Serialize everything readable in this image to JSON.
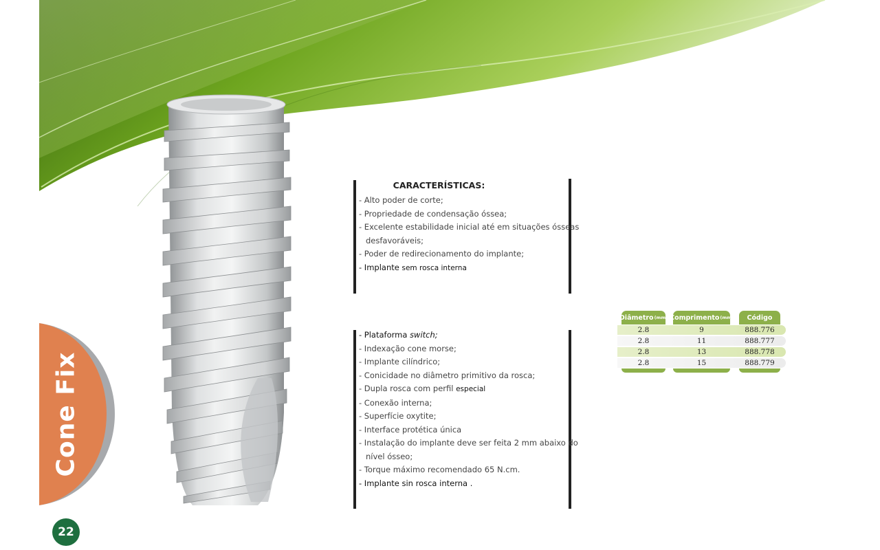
{
  "side_tab": {
    "label": "Cone Fix"
  },
  "characteristics": {
    "title": "CARACTERÍSTICAS:",
    "items": [
      "- Alto poder de corte;",
      "- Propriedade de condensação óssea;",
      "- Excelente estabilidade inicial até em situações ósseas",
      "desfavoráveis;",
      "- Poder de redirecionamento do implante;",
      "- Implante",
      "sem rosca interna"
    ]
  },
  "features": {
    "platform_prefix": "- Plataforma",
    "platform_value": "switch;",
    "items": [
      "- Indexação cone morse;",
      "- Implante cilíndrico;",
      "- Conicidade no diâmetro primitivo da rosca;",
      "- Dupla rosca com perfil",
      "especial",
      "- Conexão interna;",
      "- Superfície oxytite;",
      "- Interface protética única",
      "- Instalação do implante deve ser feita 2 mm abaixo do",
      "nível ósseo;",
      "- Torque máximo recomendado 65 N.cm.",
      "- Implante sin rosca interna ."
    ]
  },
  "spec_table": {
    "headers": [
      {
        "label": "Diâmetro",
        "unit": "(mm)"
      },
      {
        "label": "Comprimento",
        "unit": "(mm)"
      },
      {
        "label": "Código",
        "unit": ""
      }
    ],
    "rows": [
      [
        "2.8",
        "9",
        "888.776"
      ],
      [
        "2.8",
        "11",
        "888.777"
      ],
      [
        "2.8",
        "13",
        "888.778"
      ],
      [
        "2.8",
        "15",
        "888.779"
      ]
    ]
  },
  "page_number": "22",
  "colors": {
    "accent_orange": "#e0814f",
    "accent_green": "#8db04a",
    "page_badge": "#1e6f3f",
    "leaf_green": "#6ea51f"
  }
}
